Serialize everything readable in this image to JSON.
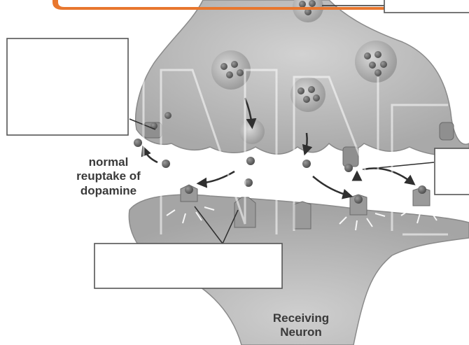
{
  "labels": {
    "reuptake_line1": "normal",
    "reuptake_line2": "reuptake of",
    "reuptake_line3": "dopamine",
    "receiving_line1": "Receiving",
    "receiving_line2": "Neuron"
  },
  "answer_boxes": 4,
  "colors": {
    "accent": "#e8772e",
    "neuron_fill": "#bdbdbd",
    "neuron_dark": "#8f8f8f",
    "cleft": "#f2f2f2",
    "dopamine": "#6d6d6d",
    "text": "#3a3a3a",
    "box_border": "#555555"
  }
}
